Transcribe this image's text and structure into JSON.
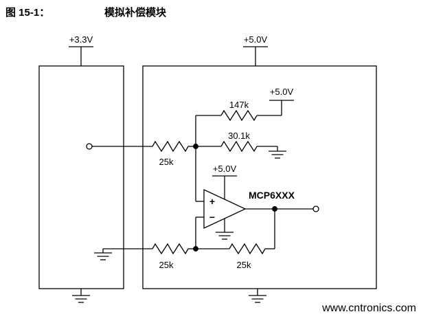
{
  "figure": {
    "label": "图 15-1：",
    "title": "模拟补偿模块"
  },
  "labels": {
    "rail_33": "+3.3V",
    "rail_50_top": "+5.0V",
    "rail_50_inner": "+5.0V",
    "rail_50_opamp": "+5.0V",
    "r_input": "25k",
    "r_147k": "147k",
    "r_301k": "30.1k",
    "r_bottom_left": "25k",
    "r_bottom_right": "25k",
    "opamp_part": "MCP6XXX",
    "opamp_plus": "+",
    "opamp_minus": "−"
  },
  "watermark": {
    "text": "www.cntronics.com",
    "color": "#b4c334"
  },
  "colors": {
    "wire": "#000000",
    "background": "#ffffff"
  }
}
